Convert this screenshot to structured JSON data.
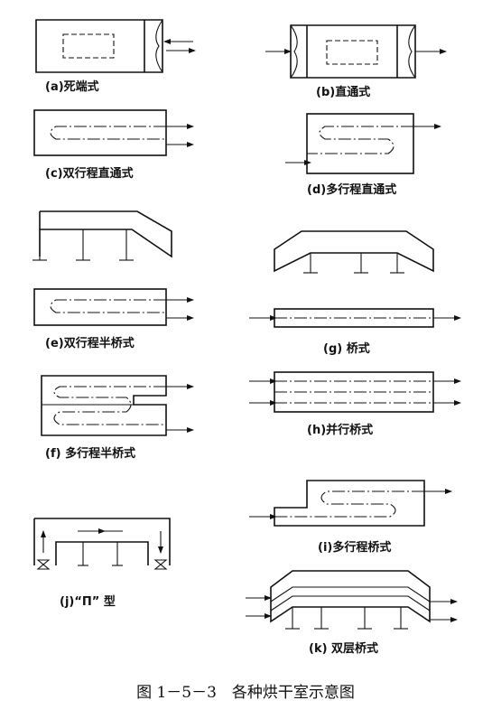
{
  "figure": {
    "title": "图 1－5－3　各种烘干室示意图",
    "panels": [
      {
        "id": "a",
        "caption": "(a)死端式"
      },
      {
        "id": "b",
        "caption": "(b)直通式"
      },
      {
        "id": "c",
        "caption": "(c)双行程直通式"
      },
      {
        "id": "d",
        "caption": "(d)多行程直通式"
      },
      {
        "id": "e",
        "caption": "(e)双行程半桥式"
      },
      {
        "id": "f",
        "caption": "(f) 多行程半桥式"
      },
      {
        "id": "g",
        "caption": "(g) 桥式"
      },
      {
        "id": "h",
        "caption": "(h)并行桥式"
      },
      {
        "id": "i",
        "caption": "(i)多行程桥式"
      },
      {
        "id": "j",
        "caption": "(j)“П” 型"
      },
      {
        "id": "k",
        "caption": "(k) 双层桥式"
      }
    ]
  }
}
